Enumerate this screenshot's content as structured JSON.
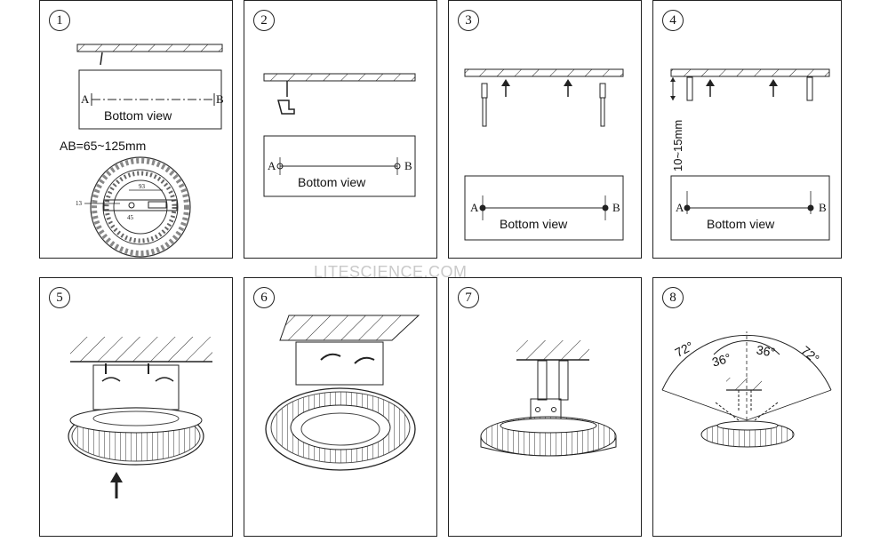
{
  "steps": [
    {
      "label": "1",
      "view": "Bottom view",
      "point_a": "A",
      "point_b": "B",
      "range": "AB=65~125mm",
      "dims": [
        "93",
        "13",
        "45"
      ]
    },
    {
      "label": "2",
      "view": "Bottom view",
      "point_a": "A",
      "point_b": "B"
    },
    {
      "label": "3",
      "view": "Bottom view",
      "point_a": "A",
      "point_b": "B"
    },
    {
      "label": "4",
      "view": "Bottom view",
      "point_a": "A",
      "point_b": "B",
      "offset": "10~15mm"
    },
    {
      "label": "5"
    },
    {
      "label": "6"
    },
    {
      "label": "7"
    },
    {
      "label": "8",
      "angles": [
        "72°",
        "36°",
        "36°",
        "72°"
      ]
    }
  ],
  "watermark": "LITESCIENCE.COM",
  "colors": {
    "line": "#222222",
    "watermark": "#c9c9c9"
  }
}
